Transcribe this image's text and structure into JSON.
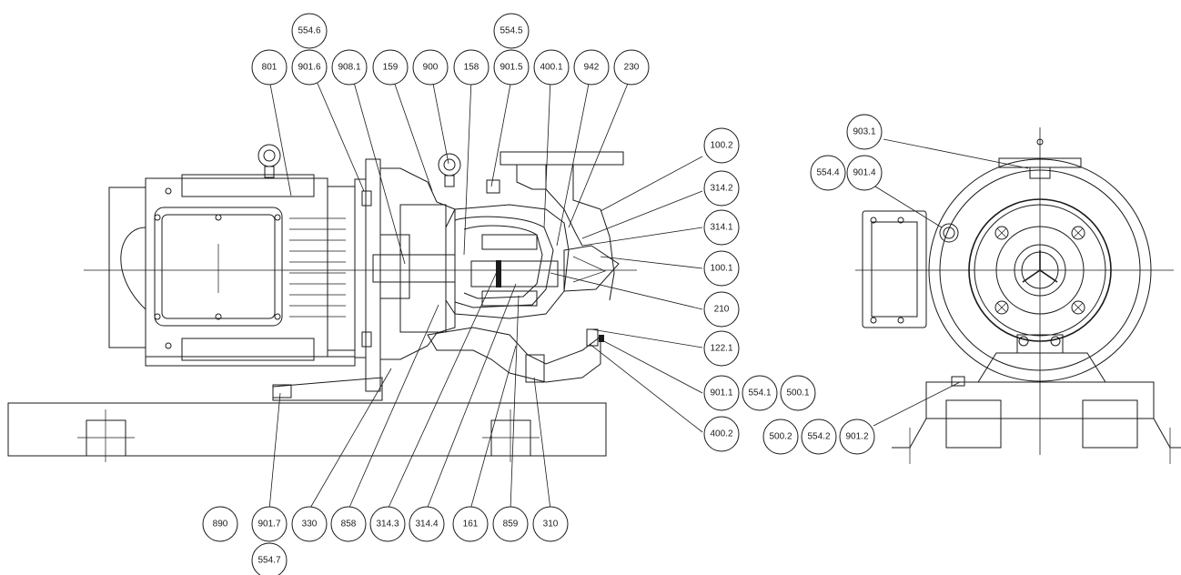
{
  "callouts": [
    {
      "id": "c554_6",
      "label": "554.6"
    },
    {
      "id": "c554_5",
      "label": "554.5"
    },
    {
      "id": "c801",
      "label": "801"
    },
    {
      "id": "c901_6",
      "label": "901.6"
    },
    {
      "id": "c908_1",
      "label": "908.1"
    },
    {
      "id": "c159",
      "label": "159"
    },
    {
      "id": "c900",
      "label": "900"
    },
    {
      "id": "c158",
      "label": "158"
    },
    {
      "id": "c901_5",
      "label": "901.5"
    },
    {
      "id": "c400_1",
      "label": "400.1"
    },
    {
      "id": "c942",
      "label": "942"
    },
    {
      "id": "c230",
      "label": "230"
    },
    {
      "id": "c100_2",
      "label": "100.2"
    },
    {
      "id": "c314_2",
      "label": "314.2"
    },
    {
      "id": "c314_1",
      "label": "314.1"
    },
    {
      "id": "c100_1",
      "label": "100.1"
    },
    {
      "id": "c210",
      "label": "210"
    },
    {
      "id": "c122_1",
      "label": "122.1"
    },
    {
      "id": "c901_1",
      "label": "901.1"
    },
    {
      "id": "c554_1",
      "label": "554.1"
    },
    {
      "id": "c500_1",
      "label": "500.1"
    },
    {
      "id": "c400_2",
      "label": "400.2"
    },
    {
      "id": "c890",
      "label": "890"
    },
    {
      "id": "c901_7",
      "label": "901.7"
    },
    {
      "id": "c330",
      "label": "330"
    },
    {
      "id": "c858",
      "label": "858"
    },
    {
      "id": "c314_3",
      "label": "314.3"
    },
    {
      "id": "c314_4",
      "label": "314.4"
    },
    {
      "id": "c161",
      "label": "161"
    },
    {
      "id": "c859",
      "label": "859"
    },
    {
      "id": "c310",
      "label": "310"
    },
    {
      "id": "c554_7",
      "label": "554.7"
    },
    {
      "id": "c903_1",
      "label": "903.1"
    },
    {
      "id": "c554_4",
      "label": "554.4"
    },
    {
      "id": "c901_4",
      "label": "901.4"
    },
    {
      "id": "c500_2",
      "label": "500.2"
    },
    {
      "id": "c554_2",
      "label": "554.2"
    },
    {
      "id": "c901_2",
      "label": "901.2"
    }
  ]
}
